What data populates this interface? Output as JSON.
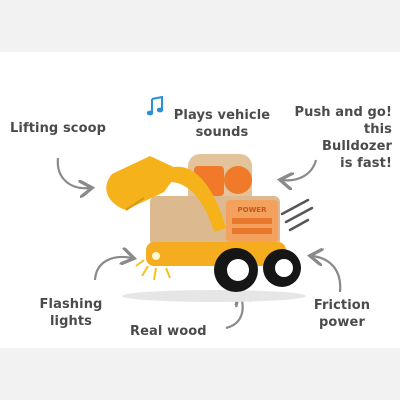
{
  "callouts": {
    "lifting_scoop": [
      "Lifting scoop"
    ],
    "plays_sounds": [
      "Plays vehicle",
      "sounds"
    ],
    "push_and_go": [
      "Push and go!",
      "this Bulldozer",
      "is fast!"
    ],
    "flashing_lights": [
      "Flashing",
      "lights"
    ],
    "real_wood": [
      "Real wood"
    ],
    "friction_power": [
      "Friction",
      "power"
    ]
  },
  "toy": {
    "panel_text": "POWER"
  },
  "colors": {
    "text": "#4b4b4b",
    "arrow": "#8a8a8a",
    "note": "#2a8fd6",
    "arm": "#f5b21b",
    "wood": "#e3c39a",
    "orange": "#f07a2a",
    "wheel": "#161616"
  },
  "icons": [
    "music-note-icon",
    "speed-lines-icon",
    "light-rays-icon"
  ]
}
